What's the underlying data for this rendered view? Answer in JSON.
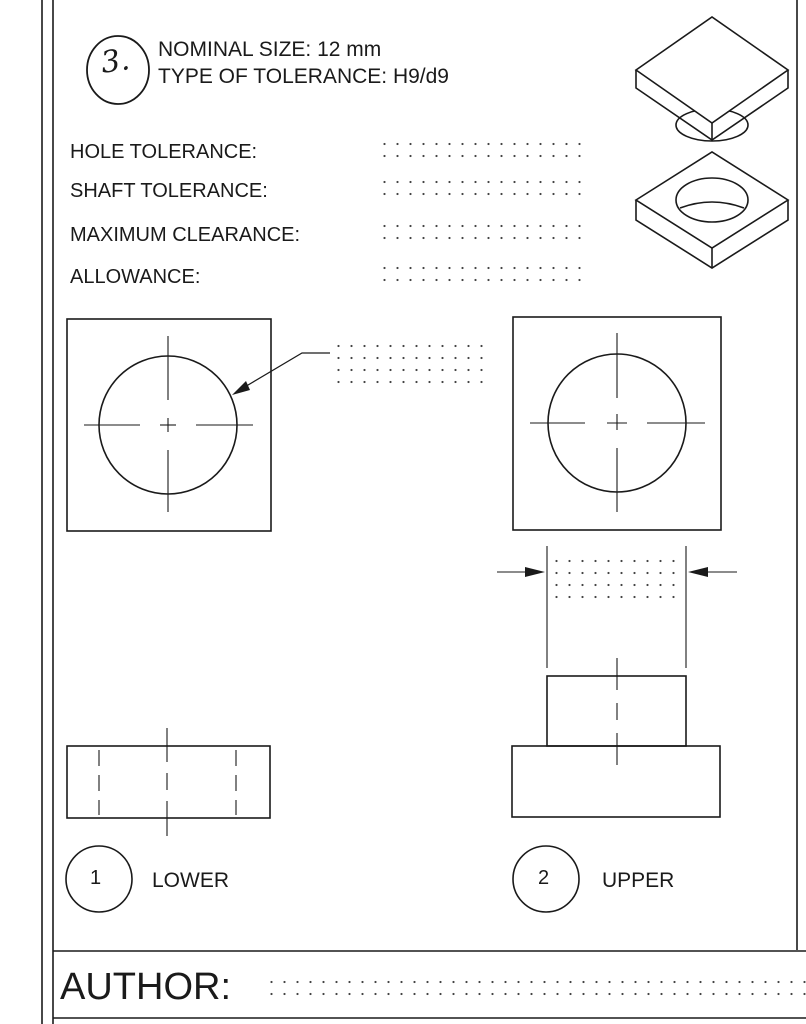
{
  "header": {
    "problem_number": "3.",
    "nominal_size": "NOMINAL SIZE:  12 mm",
    "tolerance_type": "TYPE OF TOLERANCE:  H9/d9"
  },
  "fields": [
    {
      "label": "HOLE TOLERANCE:"
    },
    {
      "label": "SHAFT TOLERANCE:"
    },
    {
      "label": "MAXIMUM CLEARANCE:"
    },
    {
      "label": "ALLOWANCE:"
    }
  ],
  "parts": [
    {
      "number": "1",
      "name": "LOWER"
    },
    {
      "number": "2",
      "name": "UPPER"
    }
  ],
  "footer": {
    "author_label": "AUTHOR:"
  },
  "colors": {
    "ink": "#1a1a1a",
    "paper": "#ffffff",
    "dots": "#444444"
  }
}
